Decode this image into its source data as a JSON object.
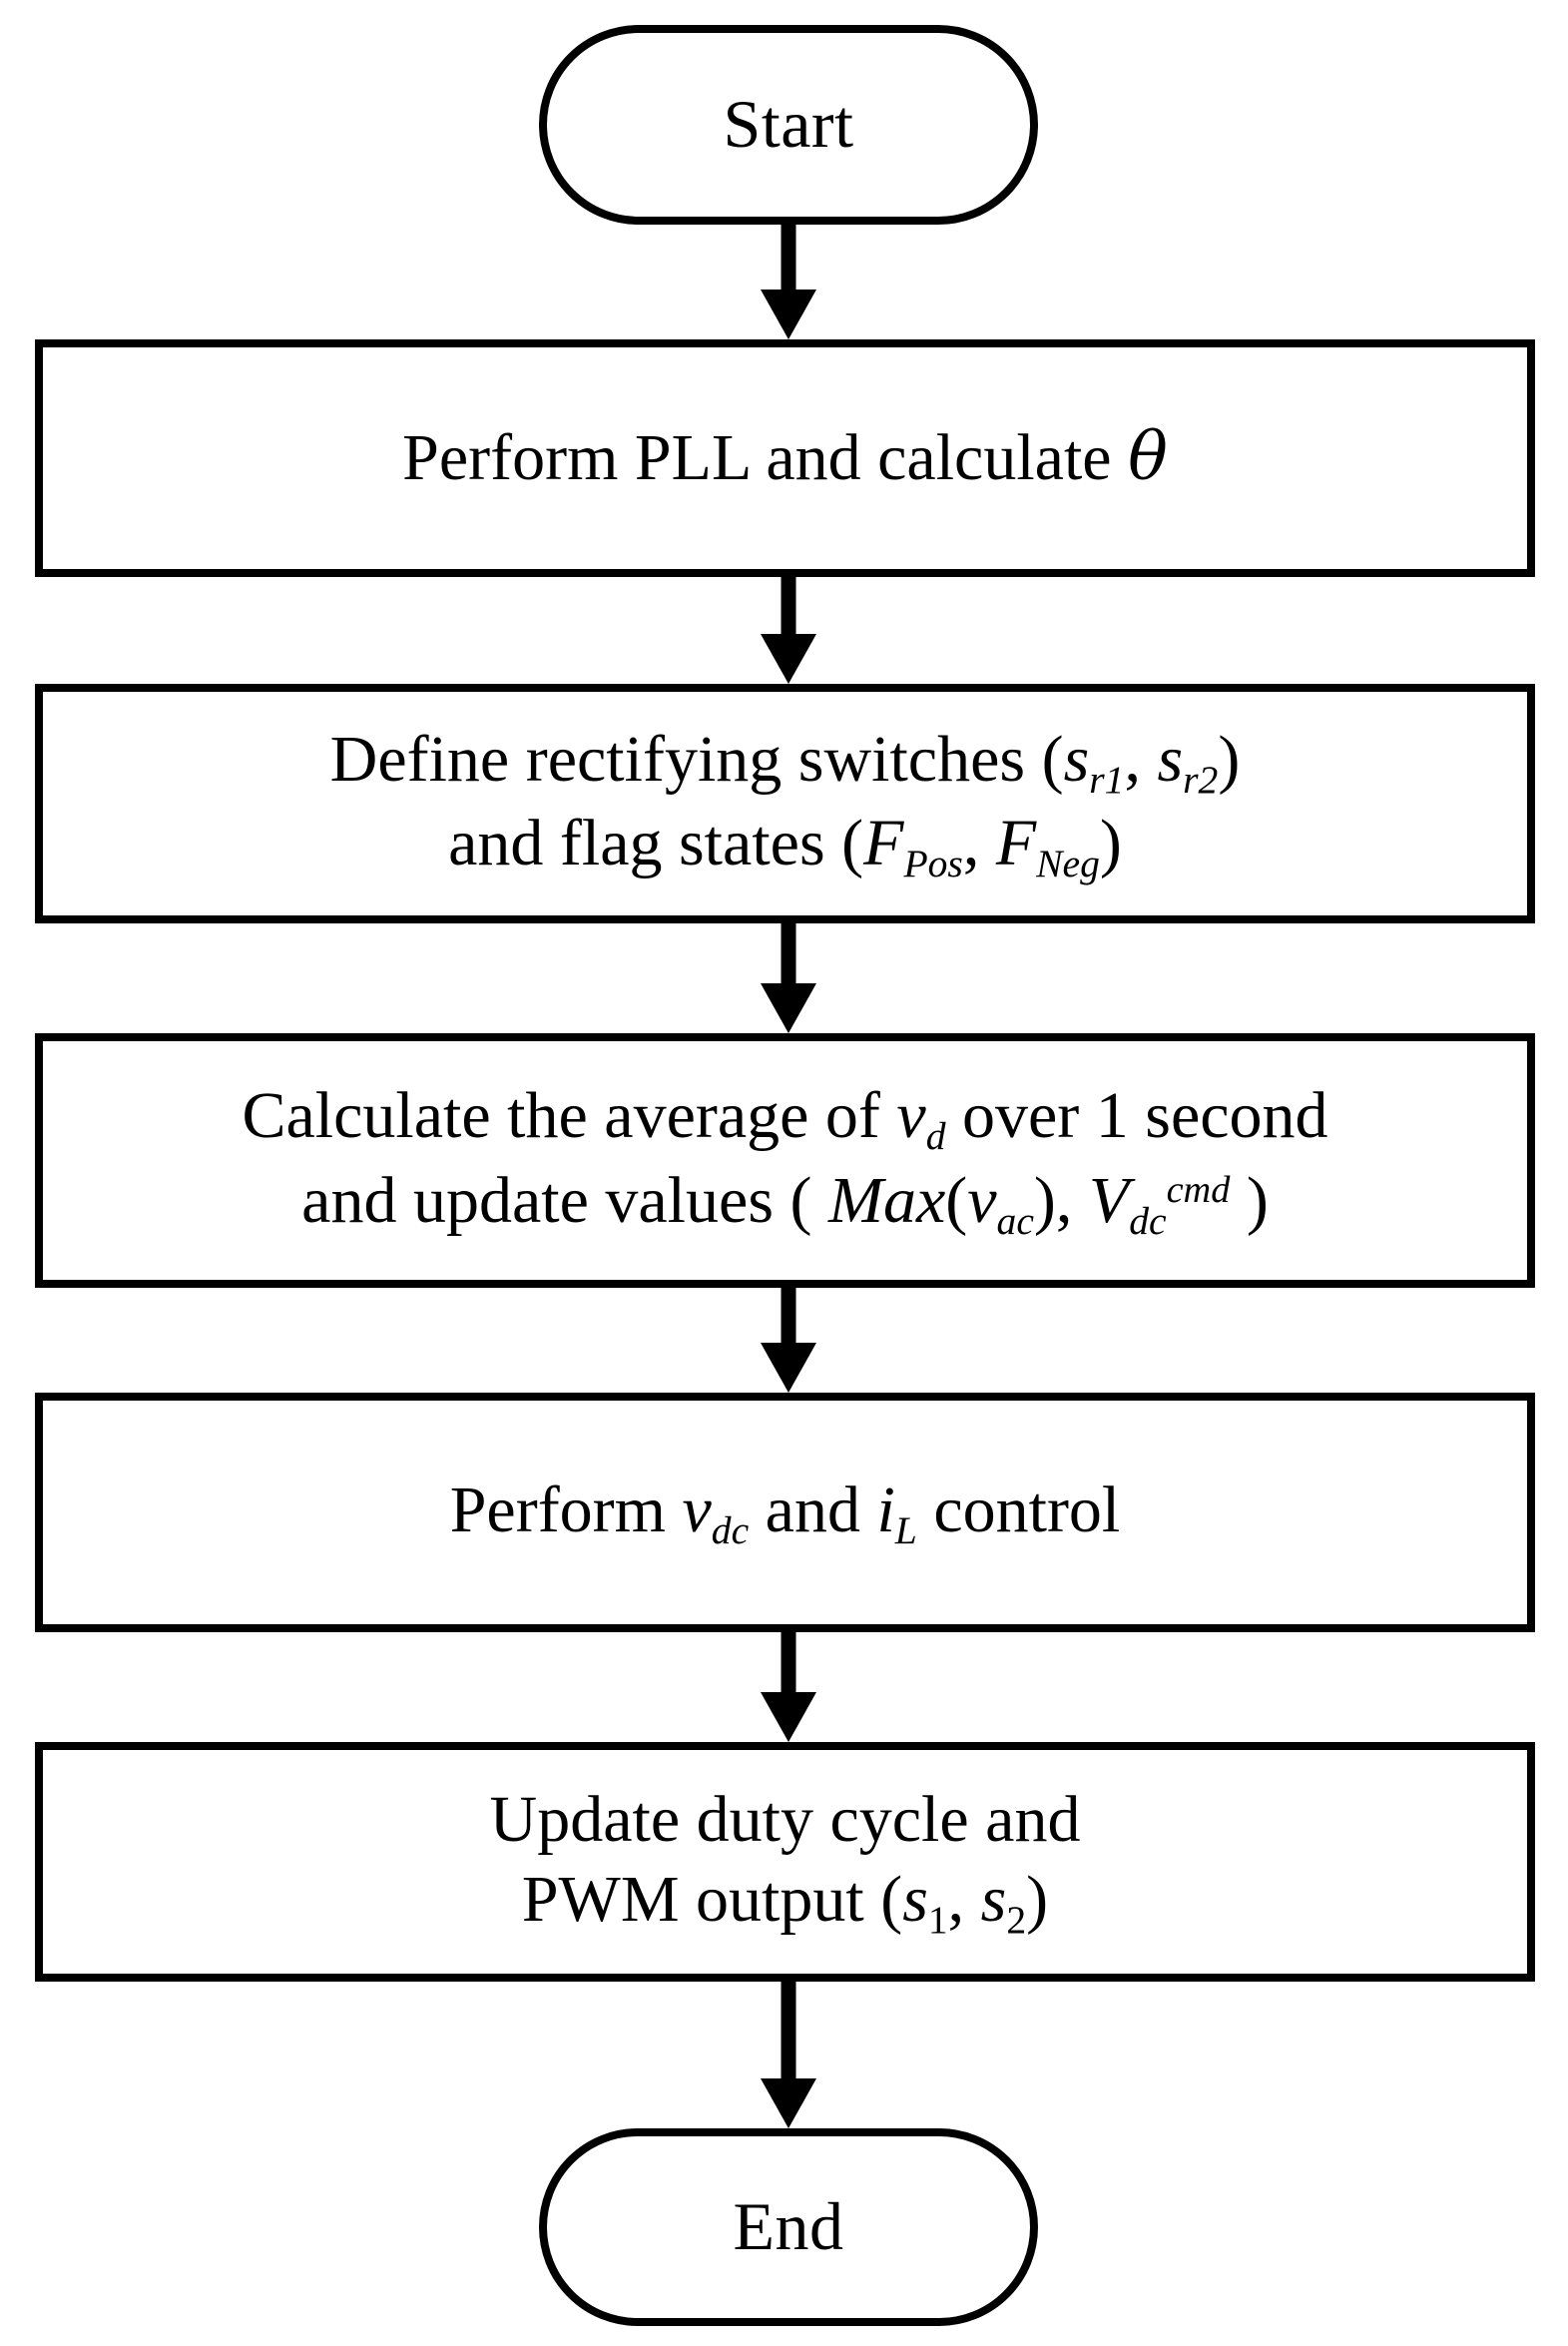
{
  "diagram": {
    "title": "Control algorithm flowchart",
    "type": "flowchart",
    "orientation": "top-to-bottom",
    "colors": {
      "stroke": "#000000",
      "fill": "#ffffff",
      "text": "#000000"
    }
  },
  "nodes": {
    "start": {
      "shape": "terminal",
      "label": "Start"
    },
    "step1": {
      "shape": "process",
      "line1_a": "Perform PLL and calculate ",
      "line1_theta": "θ"
    },
    "step2": {
      "shape": "process",
      "line1_a": "Define rectifying switches (",
      "line1_s1": "s",
      "line1_s1_sub": "r1",
      "line1_comma": ", ",
      "line1_s2": "s",
      "line1_s2_sub": "r2",
      "line1_close": ")",
      "line2_a": "and flag states (",
      "line2_f1": "F",
      "line2_f1_sub": "Pos",
      "line2_comma": ", ",
      "line2_f2": "F",
      "line2_f2_sub": "Neg",
      "line2_close": ")"
    },
    "step3": {
      "shape": "process",
      "line1_a": "Calculate the average of ",
      "line1_v": "v",
      "line1_v_sub": "d",
      "line1_b": " over 1 second",
      "line2_a": "and update values ( ",
      "line2_max": "Max",
      "line2_open": "(",
      "line2_v": "v",
      "line2_v_sub": "ac",
      "line2_close1": "), ",
      "line2_V": "V",
      "line2_V_sub": "dc",
      "line2_V_sup": "cmd",
      "line2_close2": " )"
    },
    "step4": {
      "shape": "process",
      "line1_a": "Perform ",
      "line1_v": "v",
      "line1_v_sub": "dc",
      "line1_b": " and ",
      "line1_i": "i",
      "line1_i_sub": "L",
      "line1_c": " control"
    },
    "step5": {
      "shape": "process",
      "line1": "Update duty cycle and",
      "line2_a": "PWM output (",
      "line2_s1": "s",
      "line2_s1_sub": "1",
      "line2_comma": ", ",
      "line2_s2": "s",
      "line2_s2_sub": "2",
      "line2_close": ")"
    },
    "end": {
      "shape": "terminal",
      "label": "End"
    }
  },
  "edges": [
    {
      "from": "start",
      "to": "step1",
      "arrow": "down"
    },
    {
      "from": "step1",
      "to": "step2",
      "arrow": "down"
    },
    {
      "from": "step2",
      "to": "step3",
      "arrow": "down"
    },
    {
      "from": "step3",
      "to": "step4",
      "arrow": "down"
    },
    {
      "from": "step4",
      "to": "step5",
      "arrow": "down"
    },
    {
      "from": "step5",
      "to": "end",
      "arrow": "down"
    }
  ]
}
